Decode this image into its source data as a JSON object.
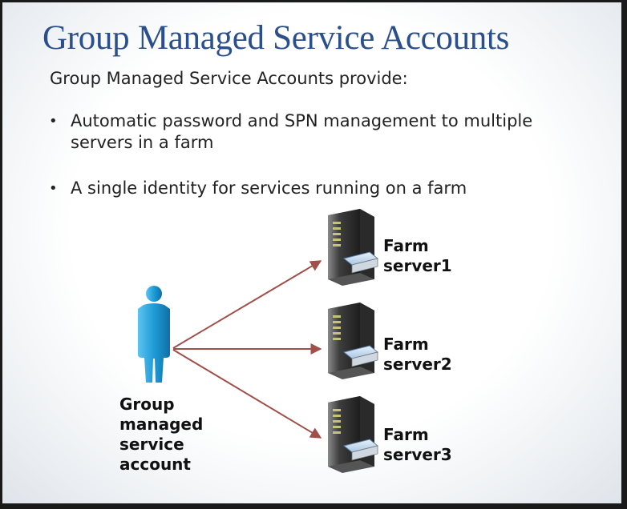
{
  "slide": {
    "title": "Group Managed Service Accounts",
    "subtitle": "Group Managed Service Accounts provide:",
    "bullets": [
      {
        "line1": "Automatic password and SPN management to multiple",
        "line2": "servers in a farm"
      },
      {
        "line1": "A single identity for services running on a farm",
        "line2": ""
      }
    ]
  },
  "diagram": {
    "account_label": [
      "Group",
      "managed",
      "service",
      "account"
    ],
    "servers": [
      {
        "line1": "Farm",
        "line2": "server1"
      },
      {
        "line1": "Farm",
        "line2": "server2"
      },
      {
        "line1": "Farm",
        "line2": "server3"
      }
    ],
    "icons": {
      "account": "person-icon",
      "server": "server-icon"
    },
    "colors": {
      "title": "#2b4f8c",
      "arrow": "#a0504a",
      "person": "#1e9bd7"
    }
  }
}
